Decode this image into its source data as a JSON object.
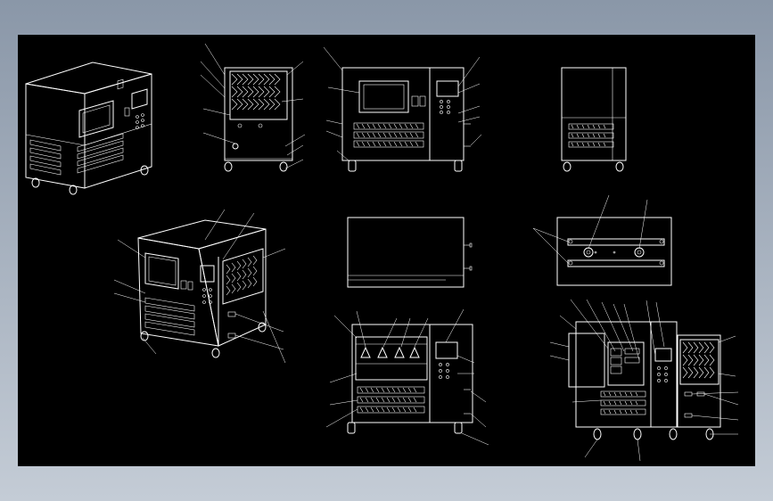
{
  "drawing": {
    "background": "#000000",
    "line_color": "#ffffff",
    "frame_gradient": [
      "#8a97a8",
      "#c4ccd6"
    ]
  },
  "views": [
    {
      "id": "iso-front"
    },
    {
      "id": "rear-view"
    },
    {
      "id": "front-view"
    },
    {
      "id": "side-view"
    },
    {
      "id": "iso-back"
    },
    {
      "id": "top-view"
    },
    {
      "id": "base-view"
    },
    {
      "id": "front-section"
    },
    {
      "id": "detail-assembly"
    }
  ]
}
